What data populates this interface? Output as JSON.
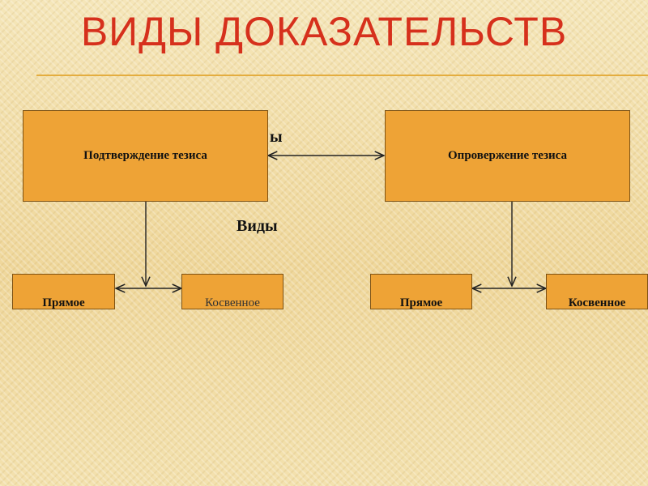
{
  "title": "ВИДЫ ДОКАЗАТЕЛЬСТВ",
  "diagram": {
    "top_label_partial": "ы",
    "middle_label": "Виды",
    "boxes": {
      "confirm": "Подтверждение тезиса",
      "refute": "Опровержение тезиса",
      "left_direct": "Прямое",
      "left_indirect": "Косвенное",
      "right_direct": "Прямое",
      "right_indirect": "Косвенное"
    }
  },
  "colors": {
    "title": "#d6301c",
    "box_fill": "#eea336",
    "rule": "#e4ad3f"
  }
}
